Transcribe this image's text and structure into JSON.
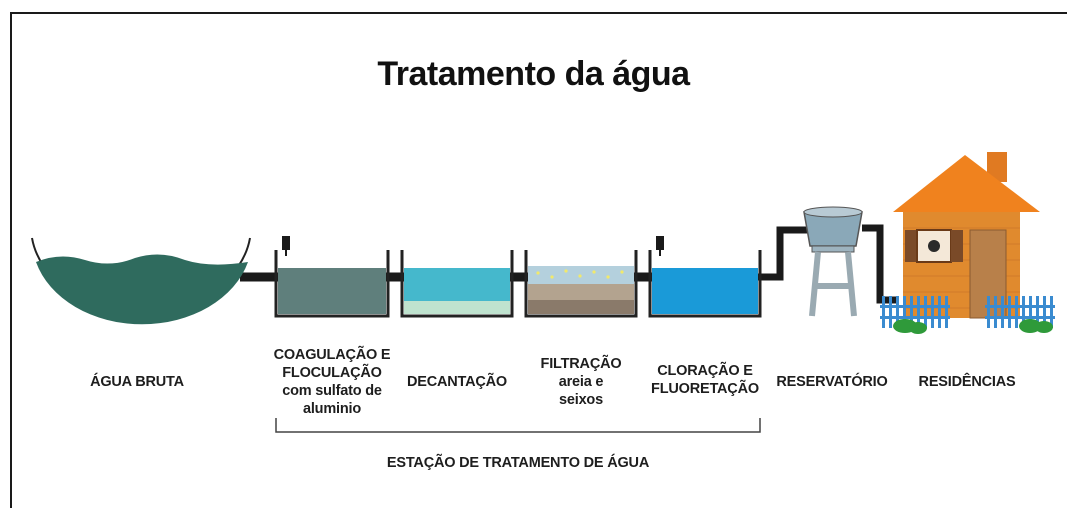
{
  "title": "Tratamento da água",
  "stages": {
    "agua_bruta": "ÁGUA BRUTA",
    "coagulacao_line1": "COAGULAÇÃO E",
    "coagulacao_line2": "FLOCULAÇÃO",
    "coagulacao_line3": "com sulfato de",
    "coagulacao_line4": "aluminio",
    "decantacao": "DECANTAÇÃO",
    "filtracao_line1": "FILTRAÇÃO",
    "filtracao_line2": "areia e",
    "filtracao_line3": "seixos",
    "cloracao_line1": "CLORAÇÃO E",
    "cloracao_line2": "FLUORETAÇÃO",
    "reservatorio": "RESERVATÓRIO",
    "residencias": "RESIDÊNCIAS"
  },
  "bracket_label": "ESTAÇÃO DE TRATAMENTO DE ÁGUA",
  "colors": {
    "raw_water": "#2f6b5e",
    "coagulation": "#5f7f7c",
    "decantation": "#45b8cc",
    "filtration_water": "#b4d0dd",
    "chlorination": "#1a9ad8",
    "reservoir": "#8aa8b8",
    "house_wall": "#e08a2e",
    "roof": "#f0821e",
    "fence": "#3a8bd0",
    "pipe": "#1a1a1a"
  }
}
